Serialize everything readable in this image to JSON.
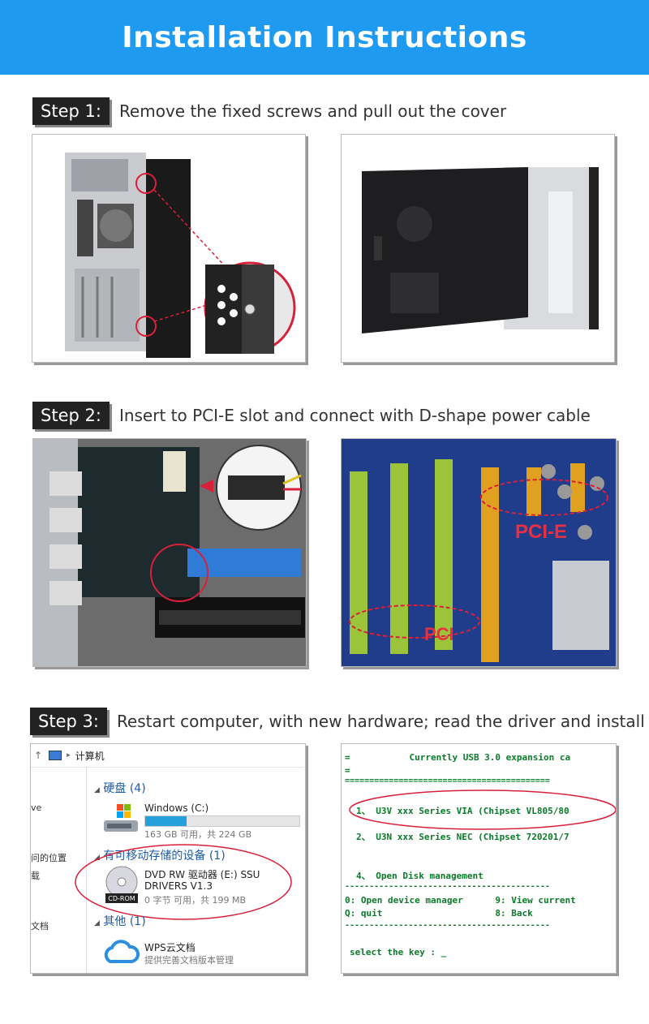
{
  "banner": {
    "title": "Installation Instructions"
  },
  "steps": [
    {
      "label": "Step 1:",
      "text": "Remove the fixed screws and pull out the cover"
    },
    {
      "label": "Step 2:",
      "text": "Insert to PCI-E slot and connect with D-shape power cable"
    },
    {
      "label": "Step 3:",
      "text": "Restart computer, with new hardware; read the driver and install"
    }
  ],
  "photos": {
    "pcie_label": "PCI-E",
    "pci_label": "PCI"
  },
  "explorer": {
    "path": "计算机",
    "sidebar": [
      "ve",
      "问的位置",
      "载",
      "文档"
    ],
    "hdd_group": "硬盘 (4)",
    "drive_c_name": "Windows (C:)",
    "drive_c_space": "163 GB 可用，共 224 GB",
    "drive_c_used": 0.27,
    "removable_group": "有可移动存储的设备 (1)",
    "dvd_name_1": "DVD RW 驱动器 (E:) SSU",
    "dvd_name_2": "DRIVERS V1.3",
    "dvd_space": "0 字节 可用，共 199 MB",
    "cd_badge": "CD-ROM",
    "other_group": "其他 (1)",
    "wps_name": "WPS云文档",
    "wps_desc": "提供完善文档版本管理"
  },
  "console": {
    "header": "=           Currently USB 3.0 expansion ca",
    "eq2": "=",
    "rule": "==========================================",
    "opt1": "1、 U3V xxx Series VIA (Chipset VL805/80",
    "opt2": "2、 U3N xxx Series NEC (Chipset 720201/7",
    "opt4": "4、 Open Disk management",
    "rule2": "------------------------------------------",
    "opt0": "0: Open device manager      9: View current",
    "optq": "Q: quit                     8: Back",
    "rule3": "------------------------------------------",
    "prompt": "select the key : _"
  },
  "colors": {
    "banner": "#1e9bf0",
    "console_text": "#0a7a2a",
    "highlight": "#d8203a"
  }
}
